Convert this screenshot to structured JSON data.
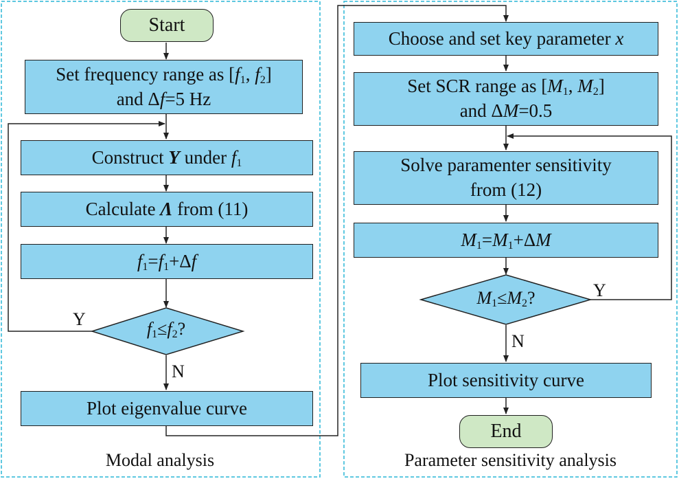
{
  "panels": {
    "left": {
      "caption": "Modal analysis"
    },
    "right": {
      "caption": "Parameter sensitivity analysis"
    }
  },
  "left_flow": {
    "start": "Start",
    "set_frequency": {
      "line1_prefix": "Set frequency range as [",
      "f": "f",
      "sub1": "1",
      "comma": ", ",
      "sub2": "2",
      "line1_suffix": "]",
      "line2_prefix": "and Δ",
      "line2_var": "f",
      "line2_suffix": "=5 Hz"
    },
    "construct": {
      "prefix": "Construct ",
      "var": "Y",
      "mid": " under ",
      "f": "f",
      "sub": "1"
    },
    "calculate": {
      "prefix": "Calculate ",
      "var": "Λ",
      "suffix": " from (11)"
    },
    "update": {
      "f": "f",
      "sub": "1",
      "op": "=",
      "plus": "+Δ"
    },
    "decision": {
      "f": "f",
      "sub1": "1",
      "op": "≤",
      "sub2": "2",
      "q": "?"
    },
    "yes": "Y",
    "no": "N",
    "plot": "Plot eigenvalue curve"
  },
  "right_flow": {
    "choose": {
      "text": "Choose and set key parameter ",
      "var": "x"
    },
    "set_scr": {
      "line1_prefix": "Set SCR range as [",
      "m": "M",
      "sub1": "1",
      "comma": ", ",
      "sub2": "2",
      "line1_suffix": "]",
      "line2_prefix": "and Δ",
      "line2_var": "M",
      "line2_suffix": "=0.5"
    },
    "solve": {
      "line1": "Solve paramenter sensitivity",
      "line2": "from (12)"
    },
    "update": {
      "m": "M",
      "sub": "1",
      "op": "=",
      "plus": "+Δ"
    },
    "decision": {
      "m": "M",
      "sub1": "1",
      "op": "≤",
      "sub2": "2",
      "q": "?"
    },
    "yes": "Y",
    "no": "N",
    "plot": "Plot sensitivity curve",
    "end": "End"
  },
  "colors": {
    "process_fill": "#8fd3ef",
    "terminal_fill": "#cfe8c5",
    "panel_border": "#29b6d6"
  }
}
